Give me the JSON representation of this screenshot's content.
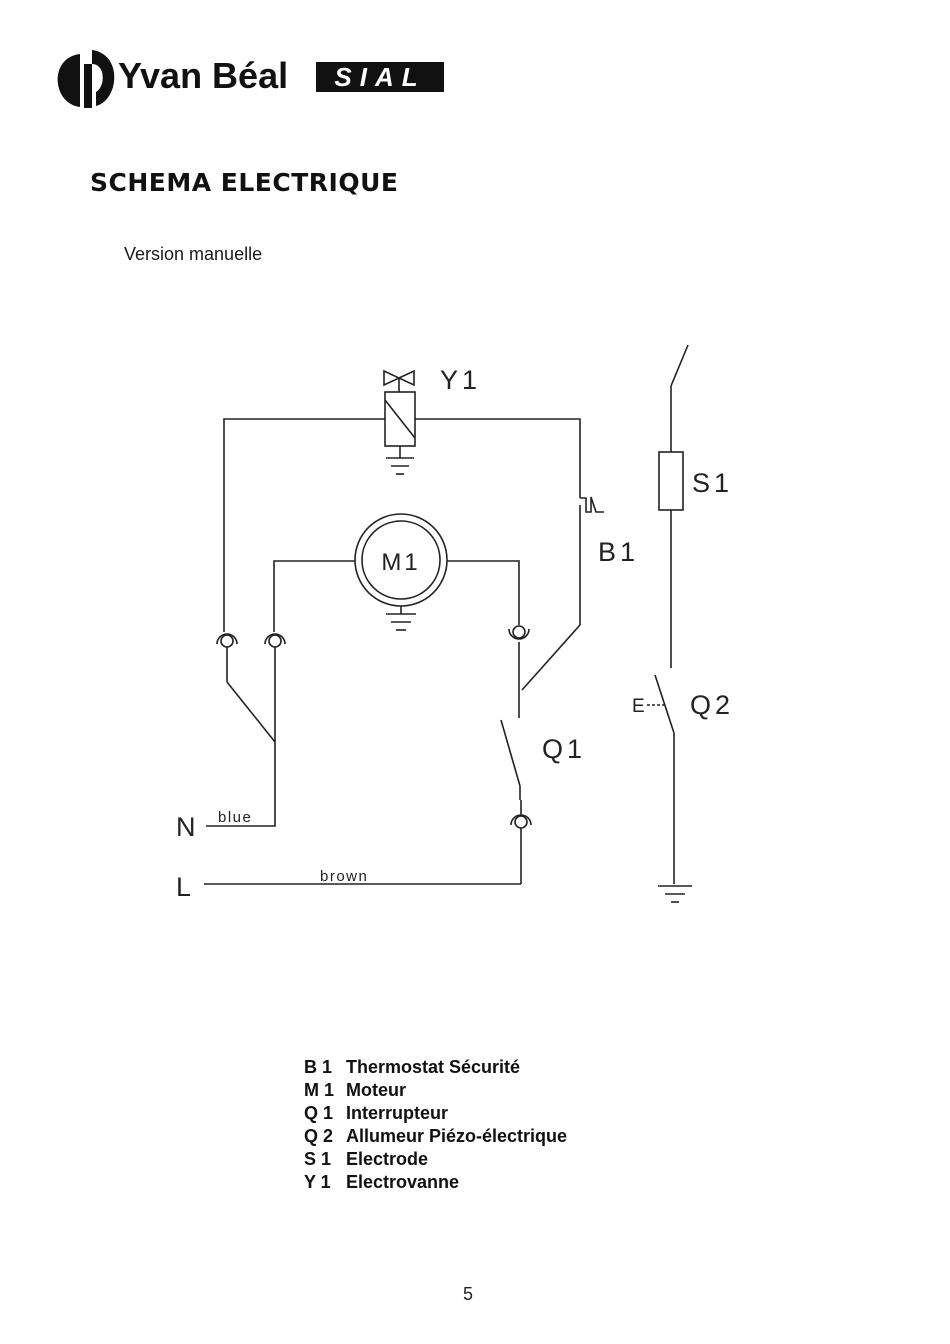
{
  "header": {
    "brand_name": "Yvan Béal",
    "brand_badge": "SIAL"
  },
  "title": "SCHEMA ELECTRIQUE",
  "subtitle": "Version manuelle",
  "diagram": {
    "components": [
      "Y1",
      "M1",
      "B1",
      "S1",
      "Q1",
      "Q2"
    ],
    "terminals": [
      "N",
      "L"
    ],
    "wire_labels": [
      "blue",
      "brown"
    ],
    "ignitor_label": "E"
  },
  "legend": [
    {
      "code": "B 1",
      "label": "Thermostat Sécurité"
    },
    {
      "code": "M 1",
      "label": "Moteur"
    },
    {
      "code": "Q 1",
      "label": "Interrupteur"
    },
    {
      "code": "Q 2",
      "label": "Allumeur Piézo-électrique"
    },
    {
      "code": "S 1",
      "label": "Electrode"
    },
    {
      "code": "Y 1",
      "label": "Electrovanne"
    }
  ],
  "page_number": "5"
}
